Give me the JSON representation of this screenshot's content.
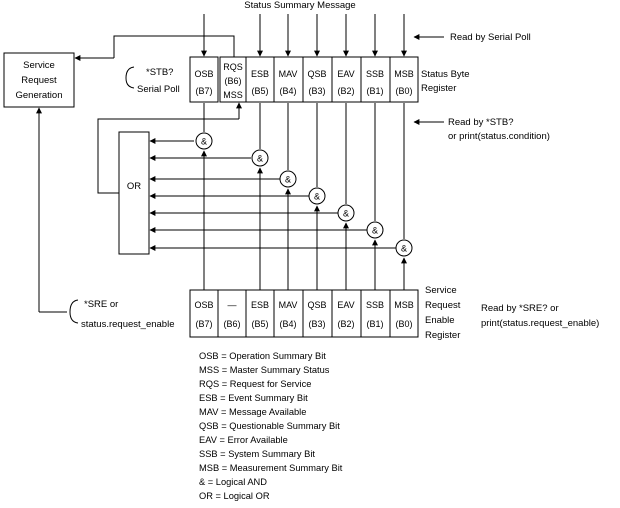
{
  "top_title": "Status Summary Message",
  "service_request": {
    "line1": "Service",
    "line2": "Request",
    "line3": "Generation"
  },
  "stb_query": {
    "line1": "*STB?",
    "line2": "Serial Poll"
  },
  "status_byte_register": {
    "name_line1": "Status Byte",
    "name_line2": "Register",
    "bits": [
      {
        "name": "OSB",
        "bit": "(B7)"
      },
      {
        "name": "RQS",
        "name2": "(B6)",
        "bit": "MSS"
      },
      {
        "name": "ESB",
        "bit": "(B5)"
      },
      {
        "name": "MAV",
        "bit": "(B4)"
      },
      {
        "name": "QSB",
        "bit": "(B3)"
      },
      {
        "name": "EAV",
        "bit": "(B2)"
      },
      {
        "name": "SSB",
        "bit": "(B1)"
      },
      {
        "name": "MSB",
        "bit": "(B0)"
      }
    ]
  },
  "read_serial_poll": "Read by Serial Poll",
  "read_stb": {
    "line1": "Read by *STB?",
    "line2": "or print(status.condition)"
  },
  "or_label": "OR",
  "and_symbol": "&",
  "enable_register": {
    "name_line1": "Service",
    "name_line2": "Request",
    "name_line3": "Enable",
    "name_line4": "Register",
    "bits": [
      {
        "name": "OSB",
        "bit": "(B7)"
      },
      {
        "name": "—",
        "bit": "(B6)"
      },
      {
        "name": "ESB",
        "bit": "(B5)"
      },
      {
        "name": "MAV",
        "bit": "(B4)"
      },
      {
        "name": "QSB",
        "bit": "(B3)"
      },
      {
        "name": "EAV",
        "bit": "(B2)"
      },
      {
        "name": "SSB",
        "bit": "(B1)"
      },
      {
        "name": "MSB",
        "bit": "(B0)"
      }
    ]
  },
  "sre_query": {
    "line1": "*SRE or",
    "line2": "status.request_enable"
  },
  "read_sre": {
    "line1": "Read by *SRE? or",
    "line2": "print(status.request_enable)"
  },
  "legend": [
    "OSB = Operation Summary Bit",
    "MSS = Master Summary Status",
    "RQS = Request for Service",
    "ESB = Event Summary Bit",
    "MAV = Message Available",
    "QSB = Questionable Summary Bit",
    "EAV = Error Available",
    "SSB = System Summary Bit",
    "MSB = Measurement Summary Bit",
    "& = Logical AND",
    "OR = Logical OR"
  ]
}
